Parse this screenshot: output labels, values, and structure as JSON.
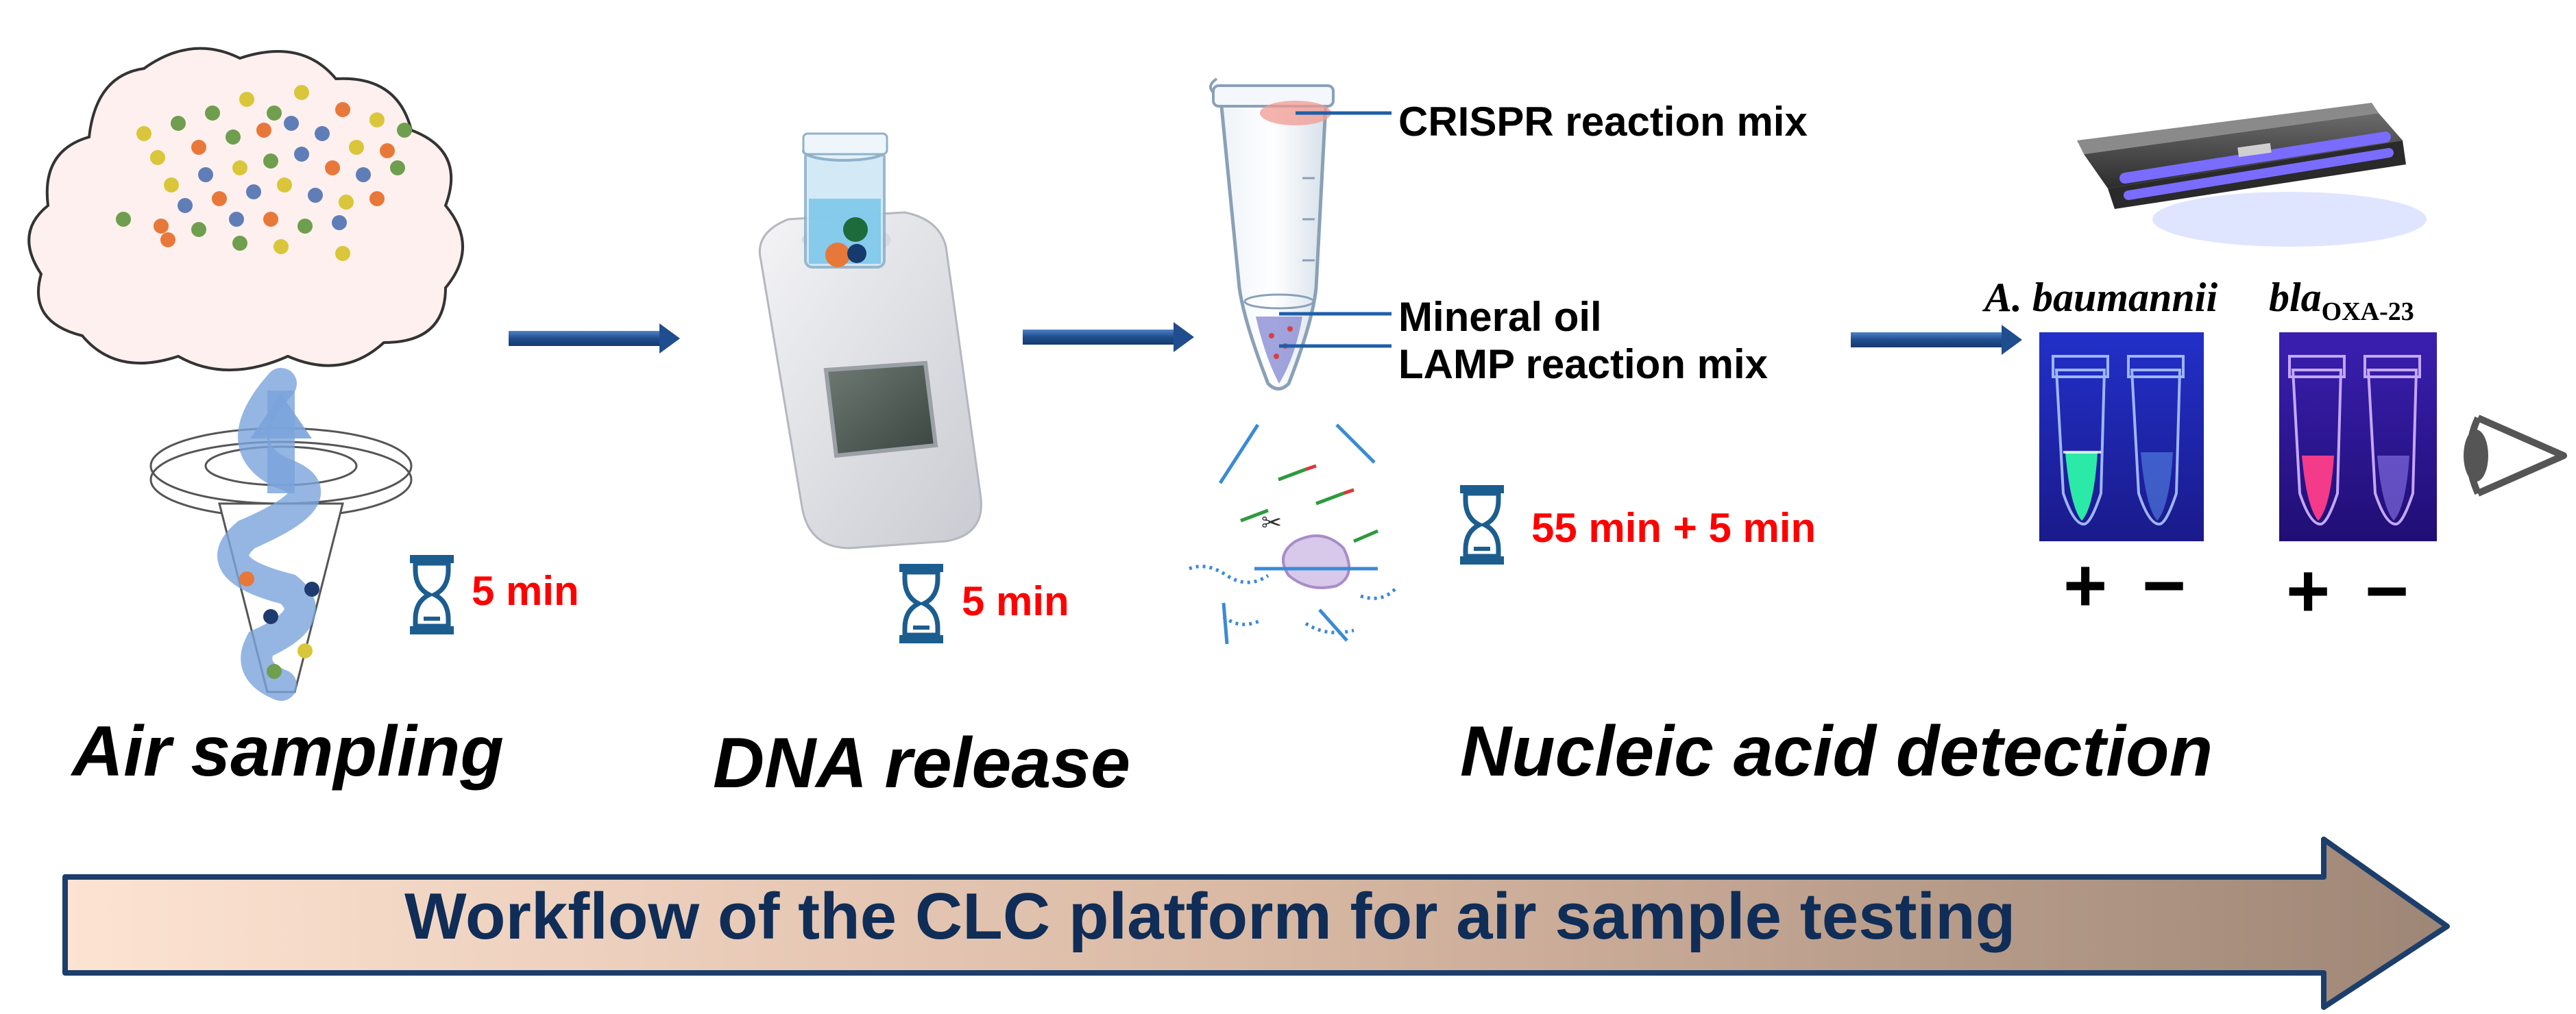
{
  "stages": {
    "air_sampling": {
      "label": "Air sampling",
      "time": "5 min"
    },
    "dna_release": {
      "label": "DNA release",
      "time": "5 min"
    },
    "nucleic_acid_detection": {
      "label": "Nucleic acid detection",
      "time": "55 min +  5 min"
    }
  },
  "tube_components": {
    "crispr": "CRISPR reaction mix",
    "oil": "Mineral oil",
    "lamp": "LAMP reaction mix"
  },
  "results": {
    "species_name": "A. baumannii",
    "gene_base": "bla",
    "gene_sub": "OXA-23",
    "positive": "+",
    "negative": "−",
    "species_positive_color": "#2cf5a8",
    "gene_positive_color": "#ff3d8a"
  },
  "banner": {
    "text": "Workflow of the CLC platform for air sample testing"
  },
  "colors": {
    "arrow": "#1f4d8e",
    "time_text": "#ff0000",
    "banner_text": "#0f2d57",
    "uv_light": "#5a4cff"
  }
}
